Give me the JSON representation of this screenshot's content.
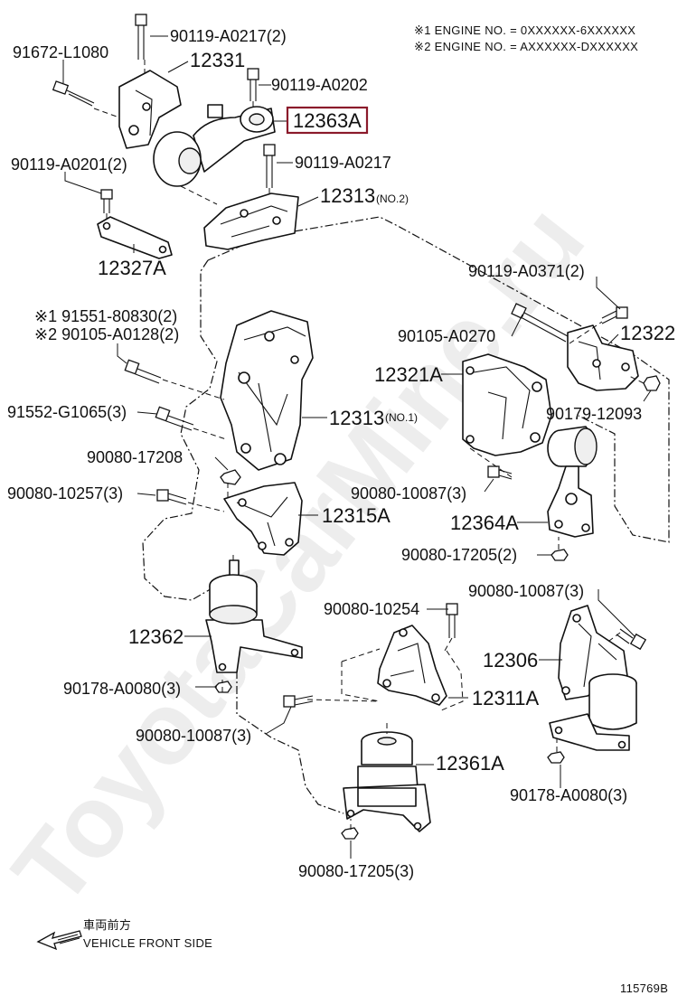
{
  "diagram_id": "115769B",
  "notes": {
    "note1": "※1 ENGINE NO. = 0XXXXXX-6XXXXXX",
    "note2": "※2 ENGINE NO. = AXXXXXX-DXXXXXX"
  },
  "front_indicator": {
    "jp": "車両前方",
    "en": "VEHICLE FRONT SIDE"
  },
  "watermark": "ToyotaCarMine.ru",
  "highlight_color": "#8b1a2b",
  "parts": [
    {
      "id": "p1",
      "text": "90119-A0217(2)"
    },
    {
      "id": "p2",
      "text": "91672-L1080"
    },
    {
      "id": "p3",
      "text": "12331"
    },
    {
      "id": "p4",
      "text": "90119-A0202"
    },
    {
      "id": "p5",
      "text": "12363A",
      "highlighted": true
    },
    {
      "id": "p6",
      "text": "90119-A0201(2)"
    },
    {
      "id": "p7",
      "text": "90119-A0217"
    },
    {
      "id": "p8",
      "text": "12313",
      "suffix": "(NO.2)"
    },
    {
      "id": "p9",
      "text": "12327A"
    },
    {
      "id": "p10",
      "text": "90119-A0371(2)"
    },
    {
      "id": "p11",
      "text": "※1 91551-80830(2)"
    },
    {
      "id": "p12",
      "text": "※2 90105-A0128(2)"
    },
    {
      "id": "p13",
      "text": "90105-A0270"
    },
    {
      "id": "p14",
      "text": "12322"
    },
    {
      "id": "p15",
      "text": "12321A"
    },
    {
      "id": "p16",
      "text": "91552-G1065(3)"
    },
    {
      "id": "p17",
      "text": "12313",
      "suffix": "(NO.1)"
    },
    {
      "id": "p18",
      "text": "90179-12093"
    },
    {
      "id": "p19",
      "text": "90080-17208"
    },
    {
      "id": "p20",
      "text": "90080-10087(3)"
    },
    {
      "id": "p21",
      "text": "90080-10257(3)"
    },
    {
      "id": "p22",
      "text": "12315A"
    },
    {
      "id": "p23",
      "text": "12364A"
    },
    {
      "id": "p24",
      "text": "90080-17205(2)"
    },
    {
      "id": "p25",
      "text": "90080-10087(3)"
    },
    {
      "id": "p26",
      "text": "90080-10254"
    },
    {
      "id": "p27",
      "text": "12362"
    },
    {
      "id": "p28",
      "text": "12306"
    },
    {
      "id": "p29",
      "text": "90178-A0080(3)"
    },
    {
      "id": "p30",
      "text": "12311A"
    },
    {
      "id": "p31",
      "text": "90080-10087(3)"
    },
    {
      "id": "p32",
      "text": "12361A"
    },
    {
      "id": "p33",
      "text": "90178-A0080(3)"
    },
    {
      "id": "p34",
      "text": "90080-17205(3)"
    }
  ]
}
